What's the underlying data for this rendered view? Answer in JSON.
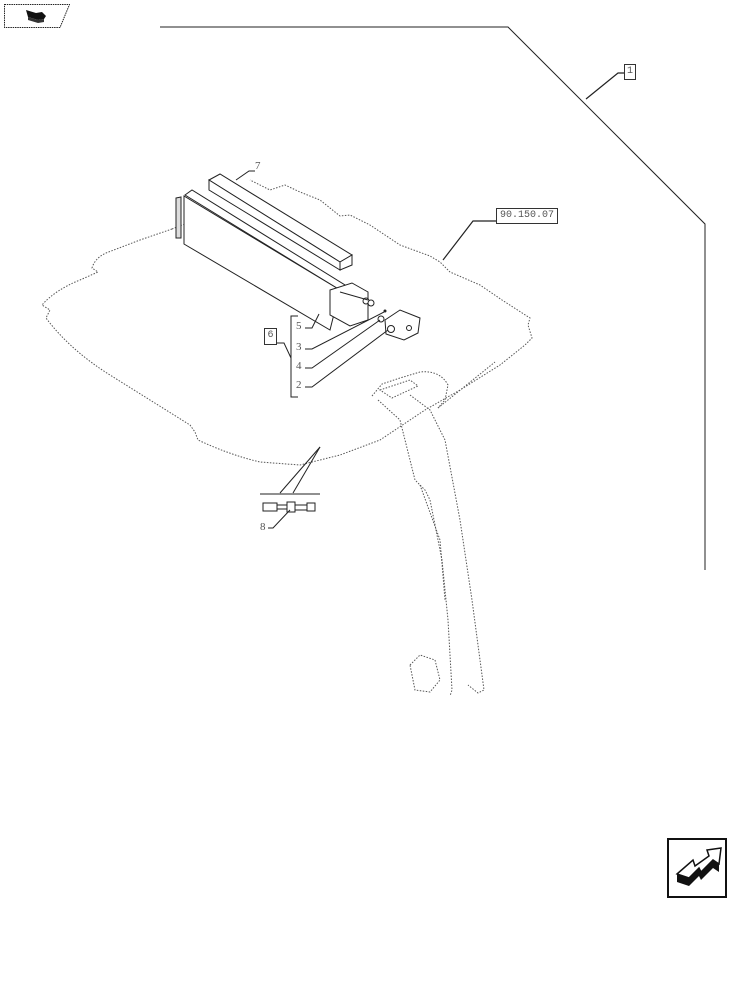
{
  "navigation": {
    "prev_icon": "folded-arrow-back-icon",
    "next_icon": "folded-arrow-forward-icon"
  },
  "callouts": {
    "assembly_ref": "1",
    "section_ref": "90.150.07",
    "kit_ref": "6"
  },
  "items": [
    {
      "id": "item-7",
      "label": "7"
    },
    {
      "id": "item-5",
      "label": "5"
    },
    {
      "id": "item-3",
      "label": "3"
    },
    {
      "id": "item-4",
      "label": "4"
    },
    {
      "id": "item-2",
      "label": "2"
    },
    {
      "id": "item-8",
      "label": "8"
    }
  ],
  "colors": {
    "line": "#222222",
    "dotted": "#555555",
    "background": "#ffffff"
  }
}
